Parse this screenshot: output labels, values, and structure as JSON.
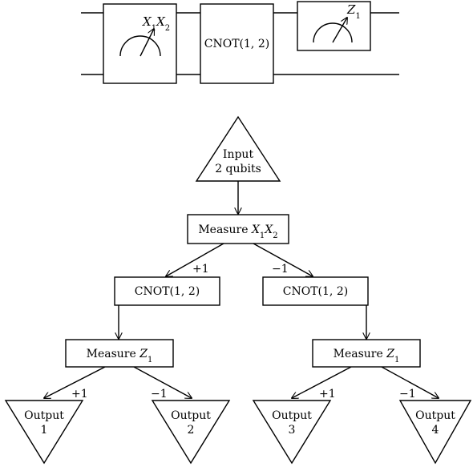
{
  "circuit": {
    "gate_xx_label": {
      "base1": "X",
      "sub1": "1",
      "base2": "X",
      "sub2": "2"
    },
    "gate_cnot_label": "CNOT(1, 2)",
    "gate_z_label": {
      "base": "Z",
      "sub": "1"
    },
    "meter_icon": "measurement-meter-icon"
  },
  "tree": {
    "input": {
      "line1": "Input",
      "line2": "2 qubits"
    },
    "measure_xx": {
      "prefix": "Measure ",
      "base1": "X",
      "sub1": "1",
      "base2": "X",
      "sub2": "2"
    },
    "branch_plus": "+1",
    "branch_minus": "−1",
    "cnot_left": "CNOT(1, 2)",
    "cnot_right": "CNOT(1, 2)",
    "measure_z_left": {
      "prefix": "Measure ",
      "base": "Z",
      "sub": "1"
    },
    "measure_z_right": {
      "prefix": "Measure ",
      "base": "Z",
      "sub": "1"
    },
    "outputs": [
      {
        "line1": "Output",
        "line2": "1"
      },
      {
        "line1": "Output",
        "line2": "2"
      },
      {
        "line1": "Output",
        "line2": "3"
      },
      {
        "line1": "Output",
        "line2": "4"
      }
    ]
  }
}
